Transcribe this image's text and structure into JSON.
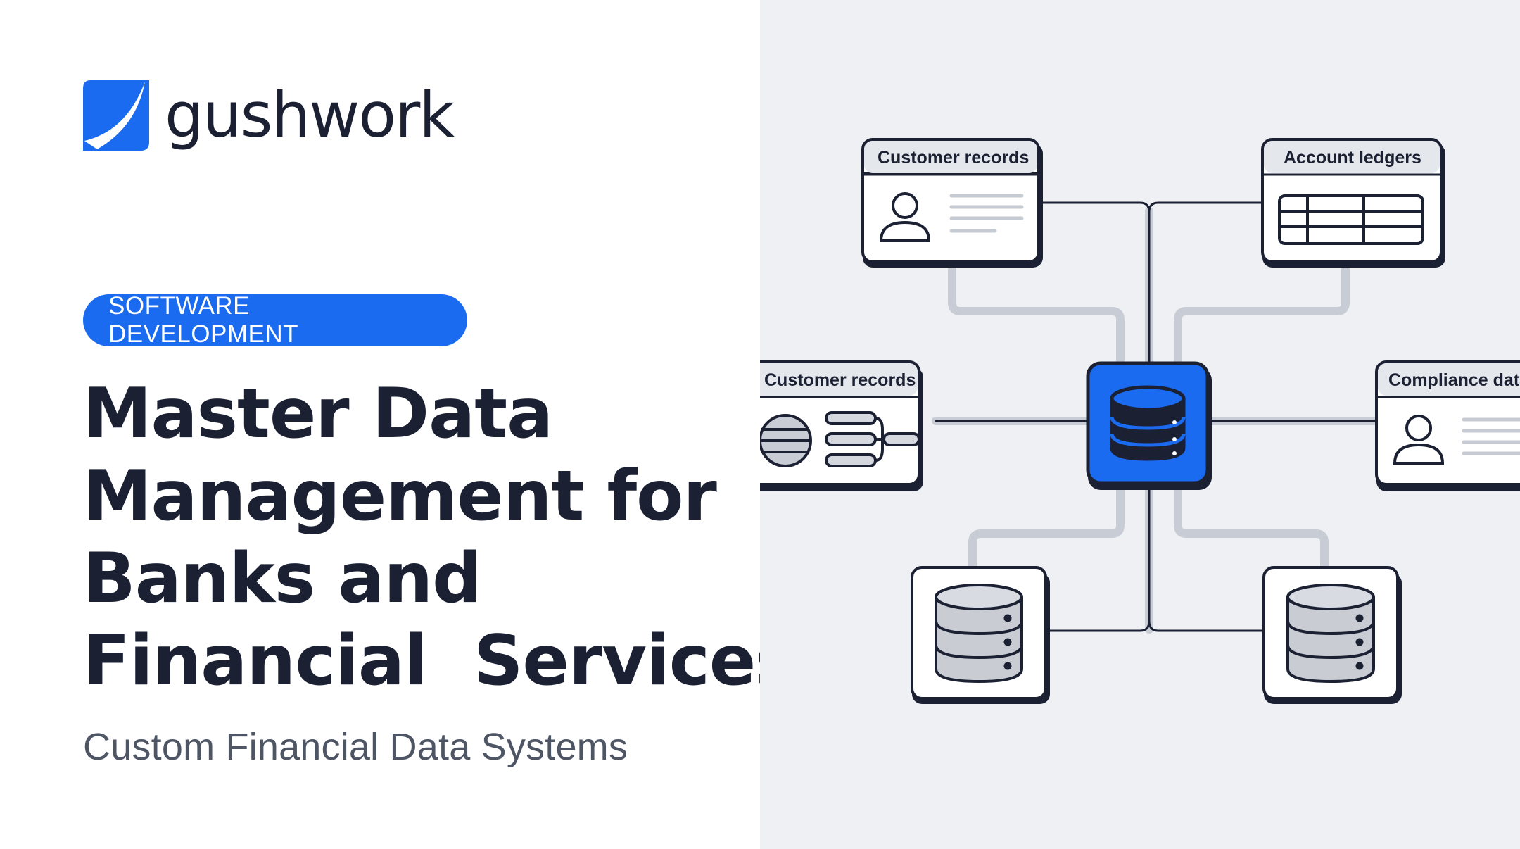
{
  "brand": {
    "name": "gushwork",
    "color": "#1a6bf0"
  },
  "hero": {
    "category": "SOFTWARE DEVELOPMENT",
    "title_lines": [
      "Master Data",
      "Management for",
      "Banks and",
      "Financial  Services"
    ],
    "subtitle": "Custom Financial Data Systems"
  },
  "diagram": {
    "hub": {
      "icon": "database-icon",
      "color": "#1a6bf0"
    },
    "cards": [
      {
        "label": "Customer records",
        "icon": "user-profile-icon"
      },
      {
        "label": "Account ledgers",
        "icon": "table-icon"
      },
      {
        "label": "Customer records",
        "icon": "globe-network-icon"
      },
      {
        "label": "Compliance data",
        "icon": "user-profile-icon"
      }
    ],
    "storage_nodes": [
      {
        "icon": "database-icon"
      },
      {
        "icon": "database-icon"
      }
    ]
  }
}
